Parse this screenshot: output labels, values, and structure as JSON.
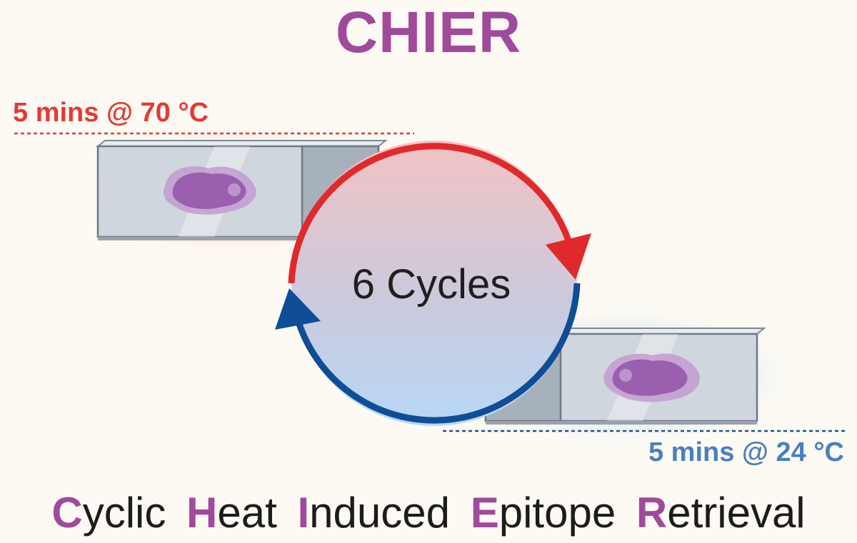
{
  "title": "CHIER",
  "hot_step": {
    "label": "5 mins @ 70 °C",
    "color": "#e53935"
  },
  "cold_step": {
    "label": "5 mins @ 24 °C",
    "color": "#4a7fc1"
  },
  "cycle": {
    "label": "6 Cycles"
  },
  "colors": {
    "title": "#a04a9c",
    "hot_arrow": "#e0292b",
    "cold_arrow": "#0f4d97",
    "tissue": "#8f4a9a",
    "slide": "#cdd5de"
  },
  "footer": {
    "words": [
      {
        "initial": "C",
        "rest": "yclic"
      },
      {
        "initial": "H",
        "rest": "eat"
      },
      {
        "initial": "I",
        "rest": "nduced"
      },
      {
        "initial": "E",
        "rest": "pitope"
      },
      {
        "initial": "R",
        "rest": "etrieval"
      }
    ]
  }
}
